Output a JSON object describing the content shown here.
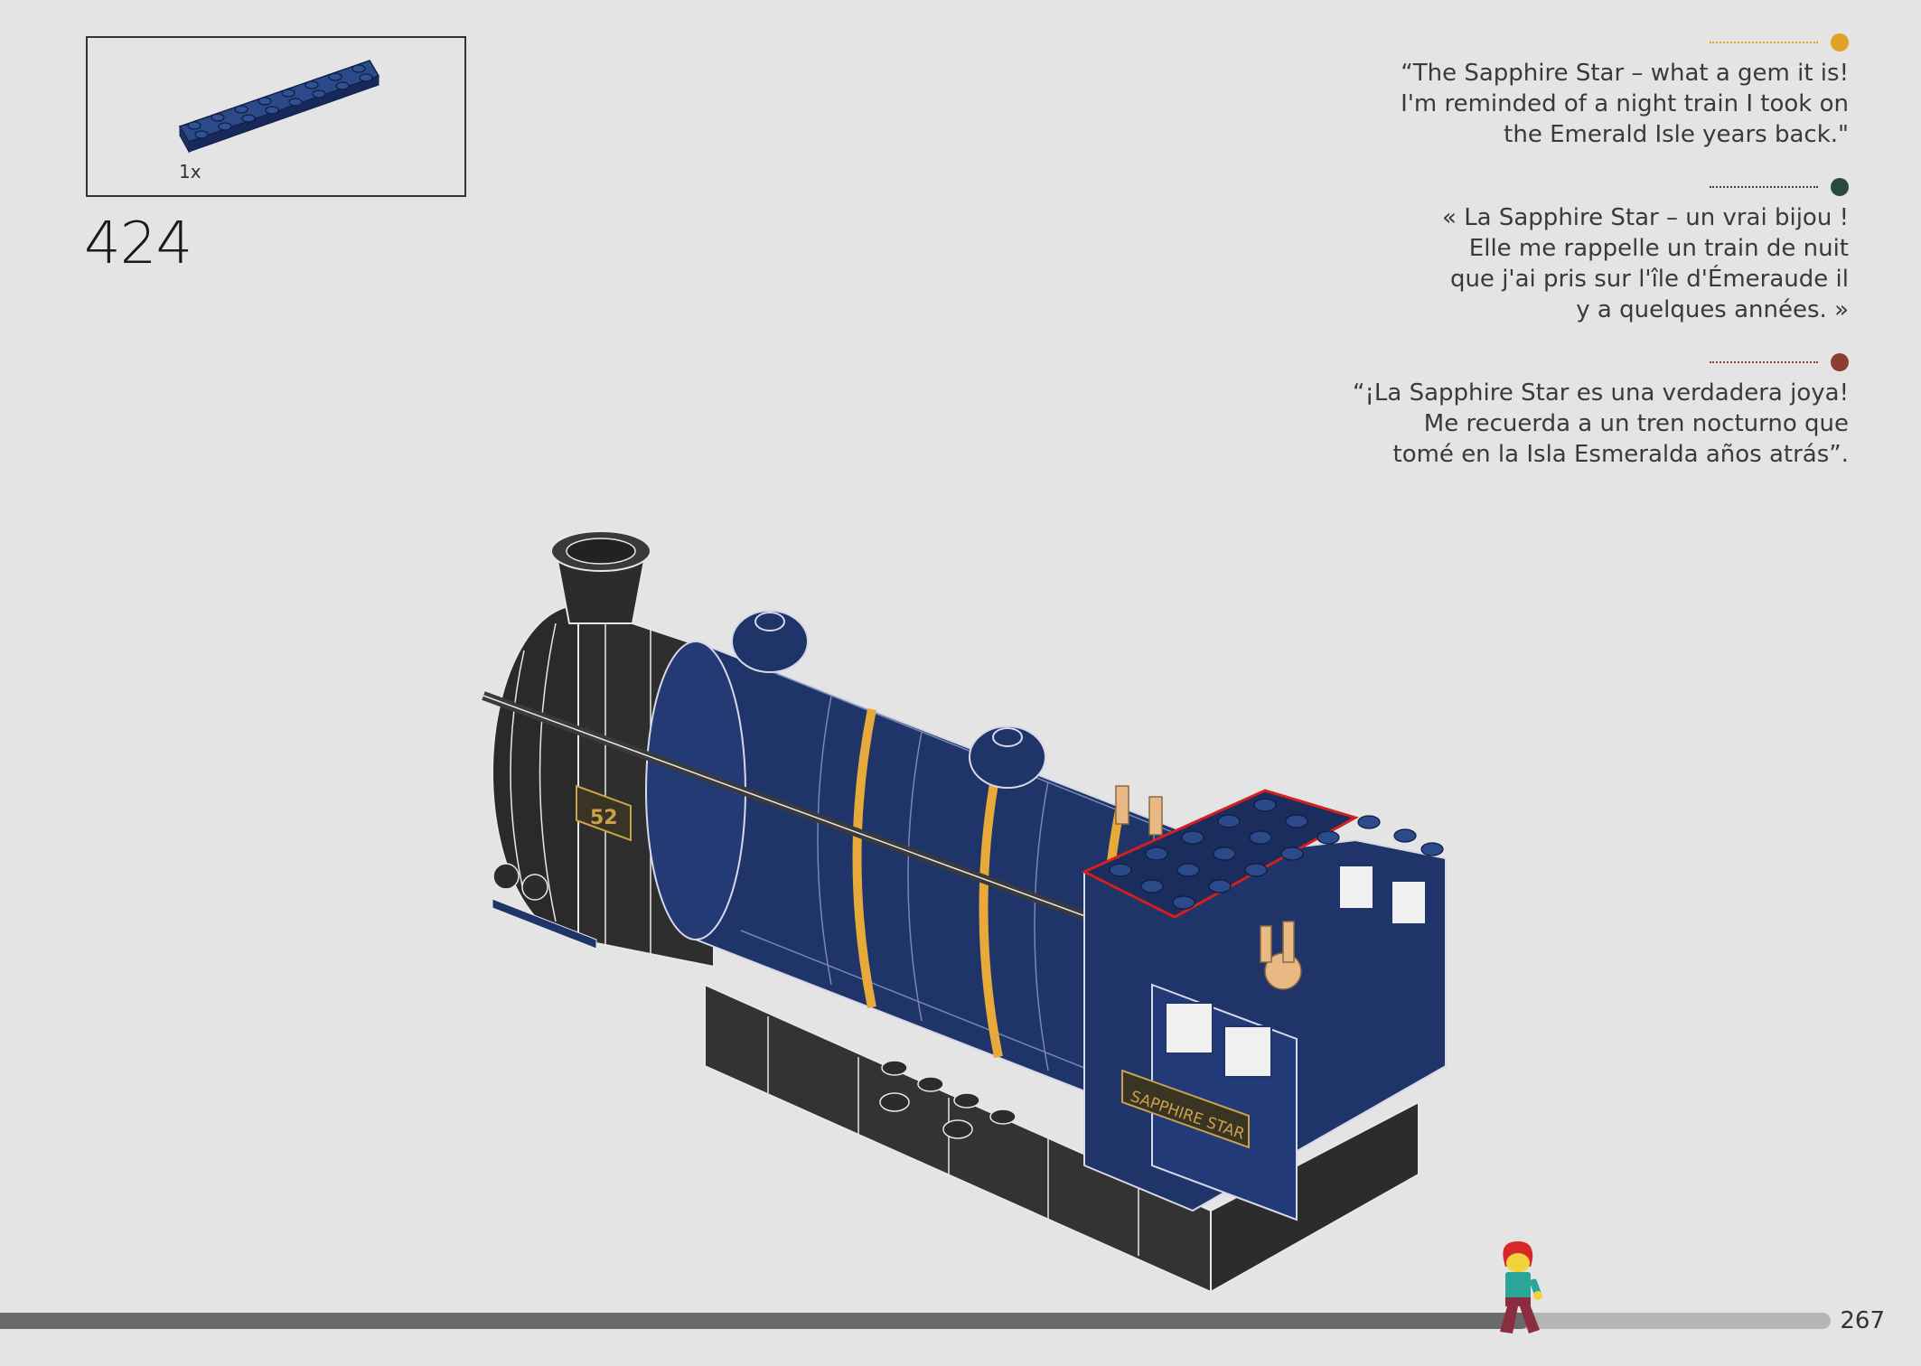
{
  "step": {
    "number": "424",
    "part_quantity": "1x"
  },
  "quotes": [
    {
      "language": "en",
      "marker_color": "#e2a024",
      "lines": [
        "“The Sapphire Star – what a gem it is!",
        "I'm reminded of a night train I took on",
        "the Emerald Isle years back.\""
      ]
    },
    {
      "language": "fr",
      "marker_color": "#2a4a40",
      "lines": [
        "« La Sapphire Star – un vrai bijou !",
        "Elle me rappelle un train de nuit",
        "que j'ai pris sur l'île d'Émeraude il",
        "y a quelques années. »"
      ]
    },
    {
      "language": "es",
      "marker_color": "#8c3e30",
      "lines": [
        "“¡La Sapphire Star es una verdadera joya!",
        "Me recuerda a un tren nocturno que",
        "tomé en la Isla Esmeralda años atrás”."
      ]
    }
  ],
  "model": {
    "number_plate": "52",
    "nameplate": "SAPPHIRE STAR"
  },
  "progress": {
    "fraction": 0.835
  },
  "page": {
    "number": "267"
  },
  "colors": {
    "background": "#e4e4e4",
    "brick_blue": "#1f3468",
    "brick_black": "#2c2c2c",
    "stripe_gold": "#e7a93a",
    "highlight_red": "#d21f1f"
  }
}
